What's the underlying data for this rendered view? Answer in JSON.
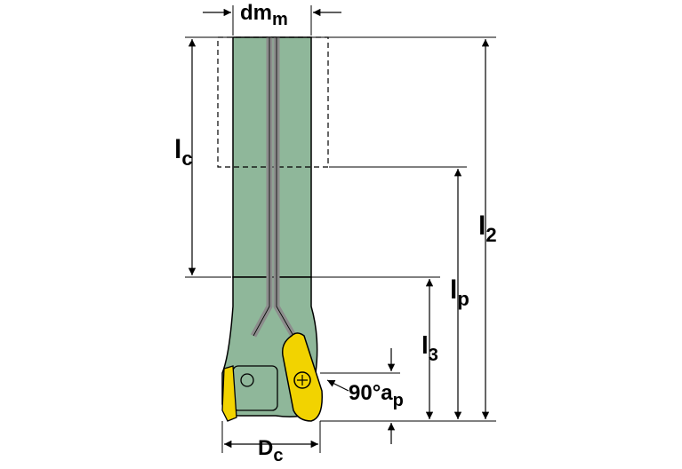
{
  "diagram": {
    "labels": {
      "dm": {
        "main": "dm",
        "sub": "m"
      },
      "lc": {
        "main": "l",
        "sub": "c"
      },
      "l2": {
        "main": "l",
        "sub": "2"
      },
      "lp": {
        "main": "l",
        "sub": "p"
      },
      "l3": {
        "main": "l",
        "sub": "3"
      },
      "ap": {
        "prefix": "90°a",
        "sub": "p"
      },
      "dc": {
        "main": "D",
        "sub": "c"
      }
    },
    "colors": {
      "body": "#8fb79a",
      "coolant": "#8c8c8c",
      "insert": "#f2d300",
      "line": "#000000"
    }
  }
}
